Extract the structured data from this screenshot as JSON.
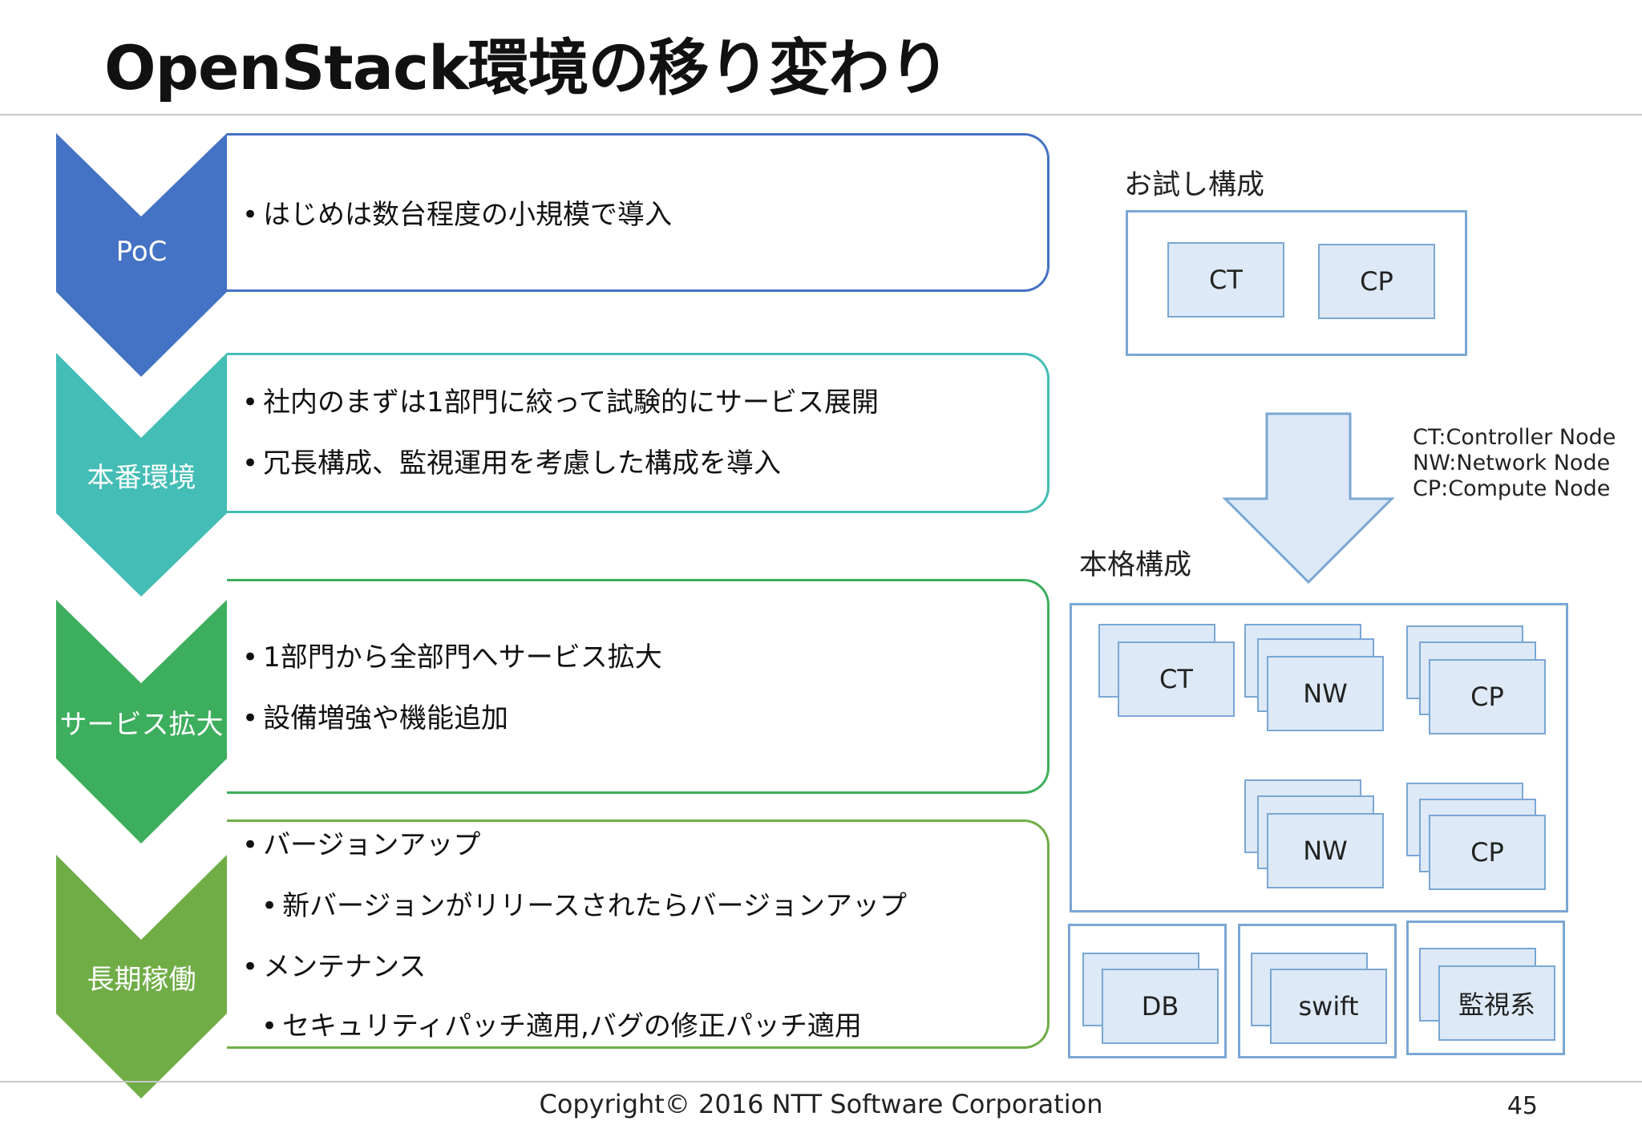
{
  "title": "OpenStack環境の移り変わり",
  "colors": {
    "poc": "#4472c4",
    "production": "#43bdb5",
    "expansion": "#3dae5d",
    "operation": "#70ad47",
    "node_border": "#7aa7d4",
    "node_fill": "#dde9f6"
  },
  "stages": [
    {
      "label": "PoC",
      "bullets": [
        "はじめは数台程度の小規模で導入"
      ]
    },
    {
      "label": "本番環境",
      "bullets": [
        "社内のまずは1部門に絞って試験的にサービス展開",
        "冗長構成、監視運用を考慮した構成を導入"
      ]
    },
    {
      "label": "サービス拡大",
      "bullets": [
        "1部門から全部門へサービス拡大",
        "設備増強や機能追加"
      ]
    },
    {
      "label": "長期稼働",
      "bullets": [
        "バージョンアップ",
        "新バージョンがリリースされたらバージョンアップ",
        "メンテナンス",
        "セキュリティパッチ適用,バグの修正パッチ適用"
      ]
    }
  ],
  "diagram": {
    "trial_title": "お試し構成",
    "trial_nodes": [
      "CT",
      "CP"
    ],
    "full_title": "本格構成",
    "legend": [
      "CT:Controller Node",
      "NW:Network Node",
      "CP:Compute Node"
    ],
    "full_nodes": [
      "CT",
      "NW",
      "CP",
      "NW",
      "CP"
    ],
    "bottom_nodes": [
      "DB",
      "swift",
      "監視系"
    ]
  },
  "footer": {
    "copyright": "Copyright© 2016 NTT Software Corporation",
    "page": "45"
  }
}
